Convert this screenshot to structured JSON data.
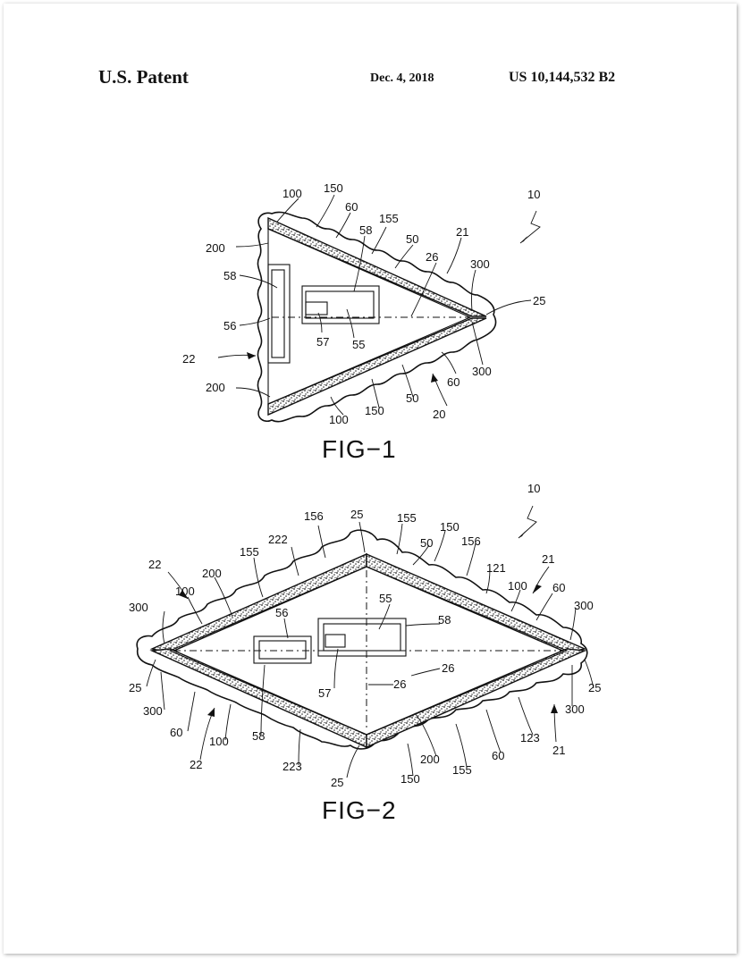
{
  "header": {
    "left": "U.S. Patent",
    "date": "Dec. 4, 2018",
    "number": "US 10,144,532 B2"
  },
  "fig1": {
    "caption": "FIG−1",
    "labels": [
      "100",
      "150",
      "60",
      "155",
      "58",
      "50",
      "21",
      "10",
      "200",
      "26",
      "300",
      "58",
      "25",
      "56",
      "57",
      "55",
      "22",
      "300",
      "60",
      "200",
      "50",
      "150",
      "100",
      "20"
    ]
  },
  "fig2": {
    "caption": "FIG−2",
    "labels": [
      "10",
      "156",
      "25",
      "155",
      "150",
      "22",
      "222",
      "155",
      "50",
      "156",
      "21",
      "200",
      "121",
      "100",
      "60",
      "300",
      "100",
      "55",
      "300",
      "56",
      "58",
      "25",
      "26",
      "26",
      "25",
      "57",
      "300",
      "300",
      "60",
      "100",
      "58",
      "223",
      "25",
      "150",
      "200",
      "155",
      "60",
      "123",
      "21",
      "22"
    ]
  }
}
